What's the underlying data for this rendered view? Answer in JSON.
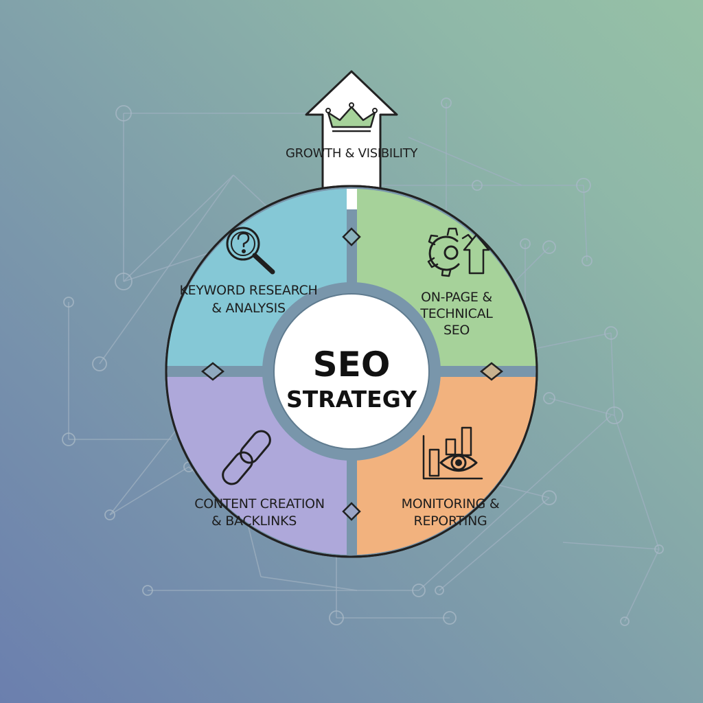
{
  "diagram": {
    "center": {
      "line1": "SEO",
      "line2": "STRATEGY"
    },
    "top_arrow": {
      "label": "GROWTH & VISIBILITY",
      "icon": "crown-icon"
    },
    "quadrants": [
      {
        "id": "keyword",
        "line1": "KEYWORD RESEARCH",
        "line2": "& ANALYSIS",
        "color": "#85c8d6",
        "icon": "magnifier-question-icon"
      },
      {
        "id": "onpage",
        "line1": "ON-PAGE &",
        "line2": "TECHNICAL",
        "line3": "SEO",
        "color": "#a6d29a",
        "icon": "gear-arrow-icon"
      },
      {
        "id": "content",
        "line1": "CONTENT CREATION",
        "line2": "& BACKLINKS",
        "color": "#aea8da",
        "icon": "chain-link-icon"
      },
      {
        "id": "monitoring",
        "line1": "MONITORING &",
        "line2": "REPORTING",
        "color": "#f2b27e",
        "icon": "chart-eye-icon"
      }
    ],
    "colors": {
      "ring": "#7996ab",
      "outline": "#222222",
      "center_fill": "#ffffff",
      "arrow_fill": "#ffffff"
    }
  }
}
